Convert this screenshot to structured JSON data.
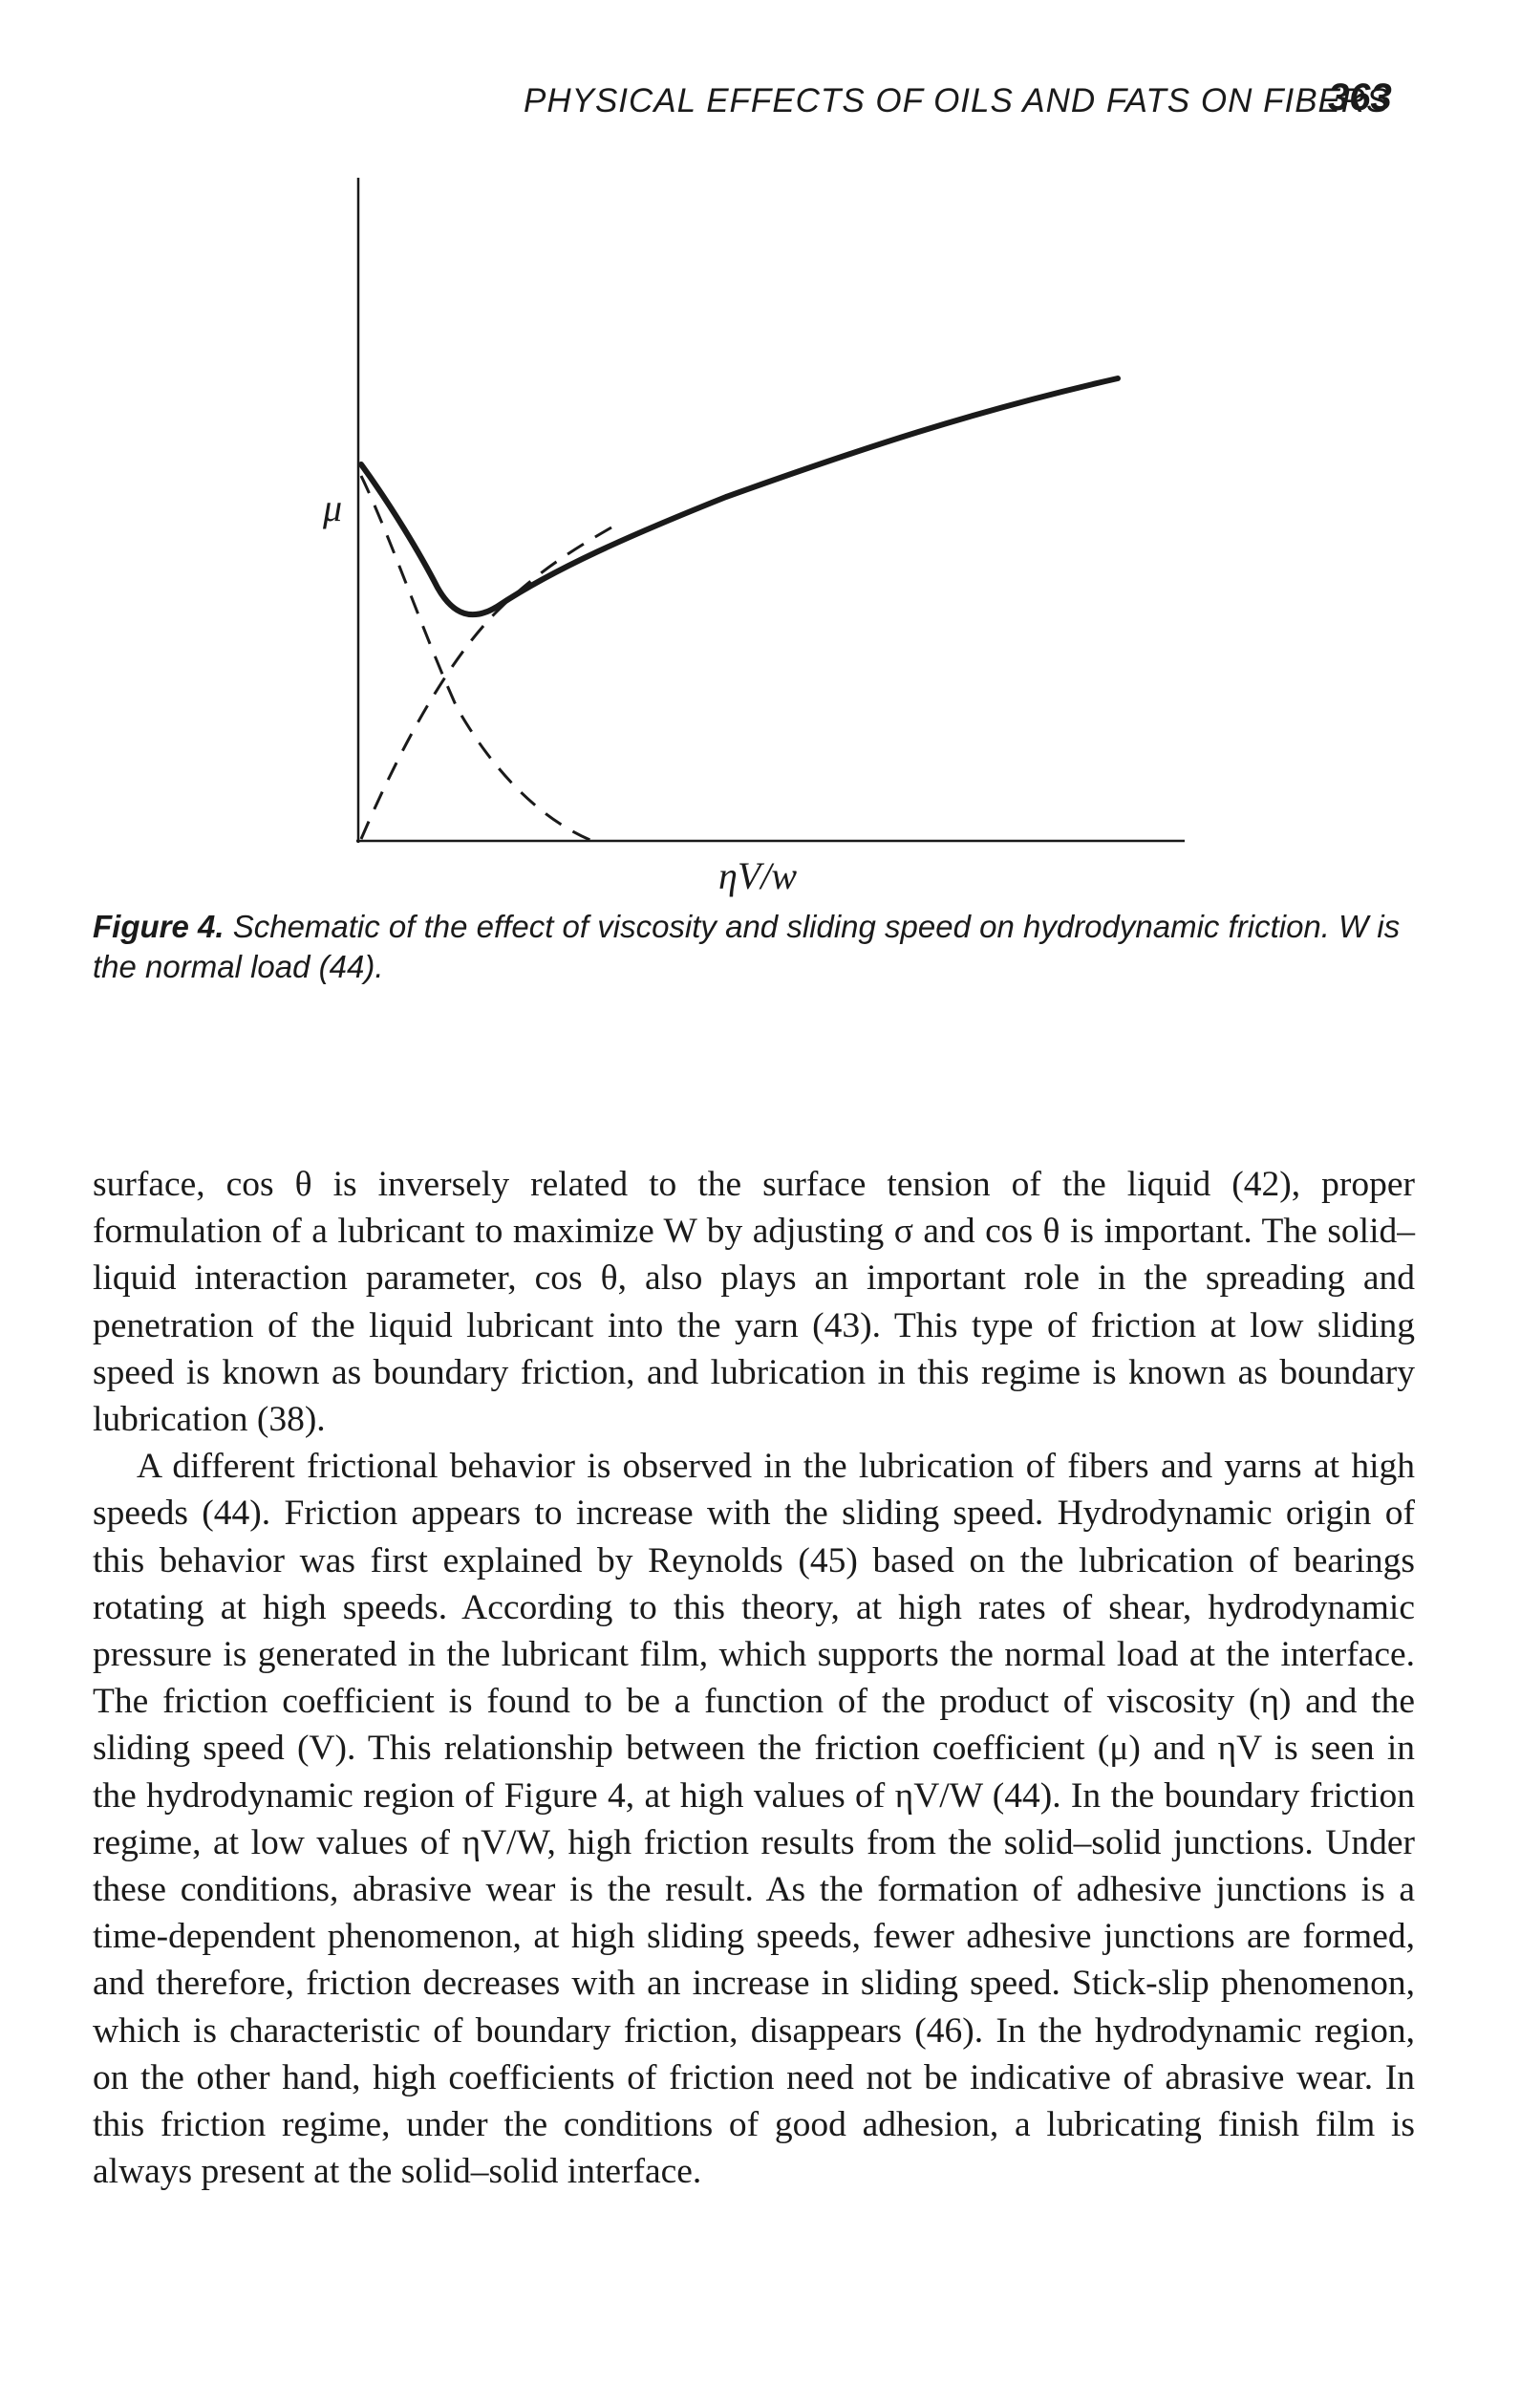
{
  "header": {
    "running_title": "PHYSICAL EFFECTS OF OILS AND FATS ON FIBERS",
    "page_number": "363"
  },
  "figure": {
    "y_axis_label": "μ",
    "x_axis_label": "ηV/w",
    "caption_label": "Figure 4.",
    "caption_text": "Schematic of the effect of viscosity and sliding speed on hydrodynamic friction. W is the normal load (44)."
  },
  "body": {
    "paragraphs": [
      "surface, cos θ is inversely related to the surface tension of the liquid (42), proper formulation of a lubricant to maximize W by adjusting σ and cos θ is important. The solid–liquid interaction parameter, cos θ, also plays an important role in the spreading and penetration of the liquid lubricant into the yarn (43). This type of friction at low sliding speed is known as boundary friction, and lubrication in this regime is known as boundary lubrication (38).",
      "A different frictional behavior is observed in the lubrication of fibers and yarns at high speeds (44). Friction appears to increase with the sliding speed. Hydrodynamic origin of this behavior was first explained by Reynolds (45) based on the lubrication of bearings rotating at high speeds. According to this theory, at high rates of shear, hydrodynamic pressure is generated in the lubricant film, which supports the normal load at the interface. The friction coefficient is found to be a function of the product of viscosity (η) and the sliding speed (V). This relationship between the friction coefficient (μ) and ηV is seen in the hydrodynamic region of Figure 4, at high values of ηV/W (44). In the boundary friction regime, at low values of ηV/W, high friction results from the solid–solid junctions. Under these conditions, abrasive wear is the result. As the formation of adhesive junctions is a time-dependent phenomenon, at high sliding speeds, fewer adhesive junctions are formed, and therefore, friction decreases with an increase in sliding speed. Stick-slip phenomenon, which is characteristic of boundary friction, disappears (46). In the hydrodynamic region, on the other hand, high coefficients of friction need not be indicative of abrasive wear. In this friction regime, under the conditions of good adhesion, a lubricating finish film is always present at the solid–solid interface."
    ]
  }
}
